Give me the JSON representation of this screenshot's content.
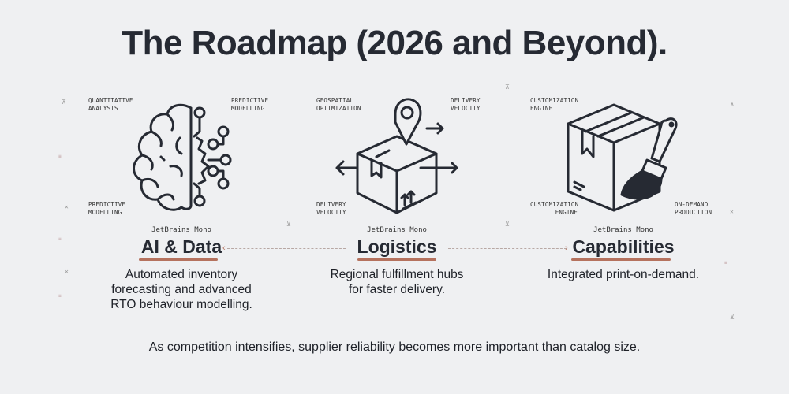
{
  "title": "The Roadmap (2026 and Beyond).",
  "panels": [
    {
      "id": "ai-data",
      "icon": "brain-circuit-icon",
      "font_note": "JetBrains Mono",
      "heading": "AI & Data",
      "description_lines": [
        "Automated inventory",
        "forecasting and advanced",
        "RTO behaviour modelling."
      ],
      "callouts": {
        "top_left": [
          "QUANTITATIVE",
          "ANALYSIS"
        ],
        "top_right": [
          "PREDICTIVE",
          "MODELLING"
        ],
        "bottom_left": [
          "PREDICTIVE",
          "MODELLING"
        ]
      }
    },
    {
      "id": "logistics",
      "icon": "box-location-pin-icon",
      "font_note": "JetBrains Mono",
      "heading": "Logistics",
      "description_lines": [
        "Regional fulfillment hubs",
        "for faster delivery."
      ],
      "callouts": {
        "top_left": [
          "GEOSPATIAL",
          "OPTIMIZATION"
        ],
        "top_right": [
          "DELIVERY",
          "VELOCITY"
        ],
        "bottom_left": [
          "DELIVERY",
          "VELOCITY"
        ]
      }
    },
    {
      "id": "capabilities",
      "icon": "box-paintbrush-icon",
      "font_note": "JetBrains Mono",
      "heading": "Capabilities",
      "description_lines": [
        "Integrated print-on-demand."
      ],
      "callouts": {
        "top_left": [
          "CUSTOMIZATION",
          "ENGINE"
        ],
        "bottom_left": [
          "CUSTOMIZATION",
          "ENGINE"
        ],
        "bottom_right": [
          "ON-DEMAND",
          "PRODUCTION"
        ]
      }
    }
  ],
  "connectors": [
    {
      "from": "logistics",
      "to": "ai-data",
      "direction": "left"
    },
    {
      "from": "logistics",
      "to": "capabilities",
      "direction": "right"
    }
  ],
  "footer": "As competition intensifies, supplier reliability becomes more important than catalog size.",
  "colors": {
    "background": "#eff0f2",
    "text": "#262a33",
    "accent_underline": "#b5725e",
    "connector": "#b8a8a4"
  }
}
